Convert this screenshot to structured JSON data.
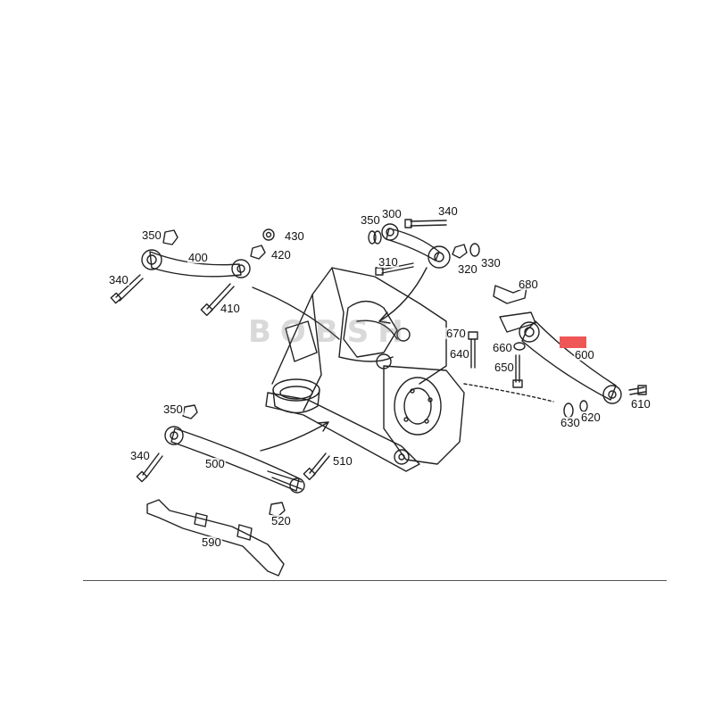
{
  "diagram": {
    "watermark": "BOBSH",
    "highlight_color": "#ef5757",
    "line_color": "#222222",
    "callouts": [
      {
        "id": "350a",
        "text": "350"
      },
      {
        "id": "400",
        "text": "400"
      },
      {
        "id": "430",
        "text": "430"
      },
      {
        "id": "420",
        "text": "420"
      },
      {
        "id": "340a",
        "text": "340"
      },
      {
        "id": "410",
        "text": "410"
      },
      {
        "id": "350b",
        "text": "350"
      },
      {
        "id": "300",
        "text": "300"
      },
      {
        "id": "340b",
        "text": "340"
      },
      {
        "id": "310",
        "text": "310"
      },
      {
        "id": "320",
        "text": "320"
      },
      {
        "id": "330",
        "text": "330"
      },
      {
        "id": "680",
        "text": "680"
      },
      {
        "id": "670",
        "text": "670"
      },
      {
        "id": "660",
        "text": "660"
      },
      {
        "id": "640",
        "text": "640"
      },
      {
        "id": "650",
        "text": "650"
      },
      {
        "id": "600",
        "text": "600"
      },
      {
        "id": "610",
        "text": "610"
      },
      {
        "id": "620",
        "text": "620"
      },
      {
        "id": "630",
        "text": "630"
      },
      {
        "id": "350c",
        "text": "350"
      },
      {
        "id": "340c",
        "text": "340"
      },
      {
        "id": "500",
        "text": "500"
      },
      {
        "id": "510",
        "text": "510"
      },
      {
        "id": "520",
        "text": "520"
      },
      {
        "id": "590",
        "text": "590"
      }
    ]
  }
}
